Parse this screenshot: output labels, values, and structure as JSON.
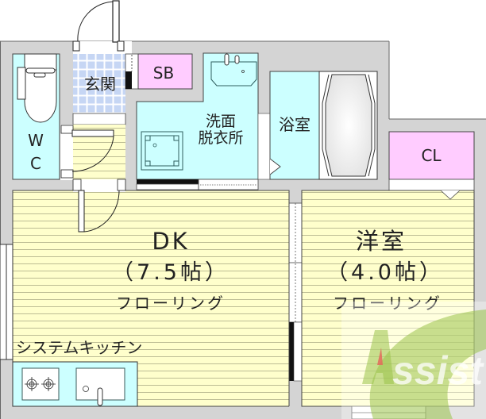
{
  "floor_plan": {
    "rooms": {
      "entrance": {
        "label": "玄関"
      },
      "toilet": {
        "label_line1": "W",
        "label_line2": "C"
      },
      "shoe_box": {
        "label": "SB"
      },
      "washroom": {
        "label_line1": "洗面",
        "label_line2": "脱衣所"
      },
      "bathroom": {
        "label": "浴室"
      },
      "closet": {
        "label": "CL"
      },
      "dining_kitchen": {
        "name": "DK",
        "size": "（7.5帖）",
        "floor": "フローリング"
      },
      "western_room": {
        "name": "洋室",
        "size": "（4.0帖）",
        "floor": "フローリング"
      },
      "kitchen": {
        "label": "システムキッチン"
      }
    },
    "colors": {
      "wall": "#d4d4d4",
      "floor_yellow": "#ffffcc",
      "wet_area_cyan": "#ccffff",
      "storage_pink": "#ffccff",
      "entrance_tile": "#c8d8f4"
    },
    "watermark": {
      "text": "Assist"
    }
  }
}
